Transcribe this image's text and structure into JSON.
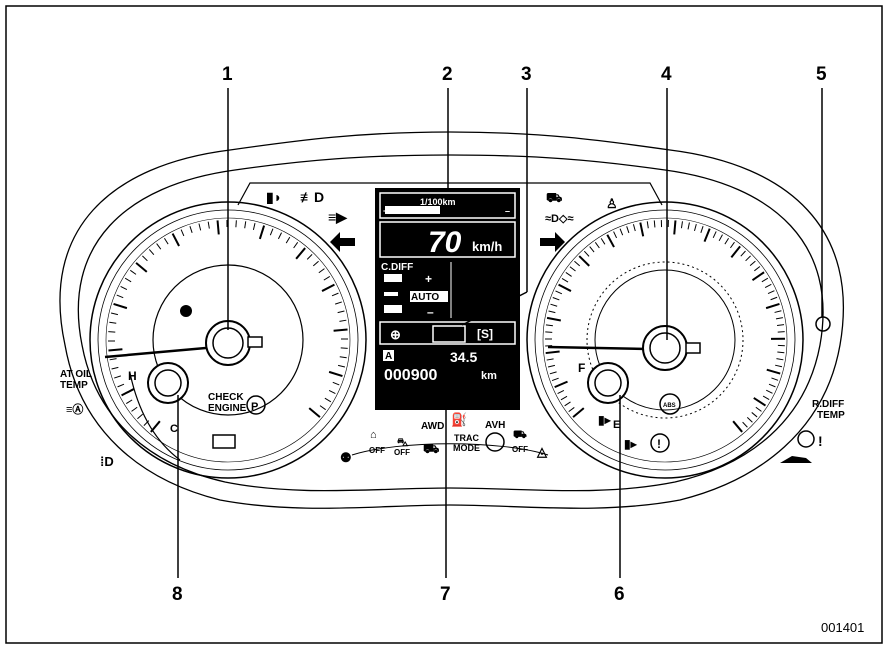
{
  "figure_id": "001401",
  "callouts": [
    {
      "label": "1"
    },
    {
      "label": "2"
    },
    {
      "label": "3"
    },
    {
      "label": "4"
    },
    {
      "label": "5"
    },
    {
      "label": "6"
    },
    {
      "label": "7"
    },
    {
      "label": "8"
    }
  ],
  "display": {
    "fuel_economy_unit": "1/100km",
    "speed_value": "70",
    "speed_unit": "km/h",
    "cdiff_title": "C.DIFF",
    "cdiff_plus": "+",
    "cdiff_auto": "AUTO",
    "cdiff_minus": "–",
    "shift_mode": "[S]",
    "trip_letter": "A",
    "trip_value": "34.5",
    "odometer_value": "000900",
    "odometer_unit": "km"
  },
  "tachometer": {
    "at_oil_temp_line1": "AT OIL",
    "at_oil_temp_line2": "TEMP",
    "temp_high": "H",
    "temp_cold": "C",
    "check_engine_line1": "CHECK",
    "check_engine_line2": "ENGINE"
  },
  "speedometer": {
    "fuel_full": "F",
    "fuel_empty": "E",
    "abs_label": "ABS",
    "rdiff_temp_line1": "R.DIFF",
    "rdiff_temp_line2": "TEMP"
  },
  "bottom_indicators": {
    "awd": "AWD",
    "avh": "AVH",
    "trac_mode_line1": "TRAC",
    "trac_mode_line2": "MODE",
    "off_1": "OFF",
    "off_2": "OFF",
    "off_3": "OFF"
  }
}
